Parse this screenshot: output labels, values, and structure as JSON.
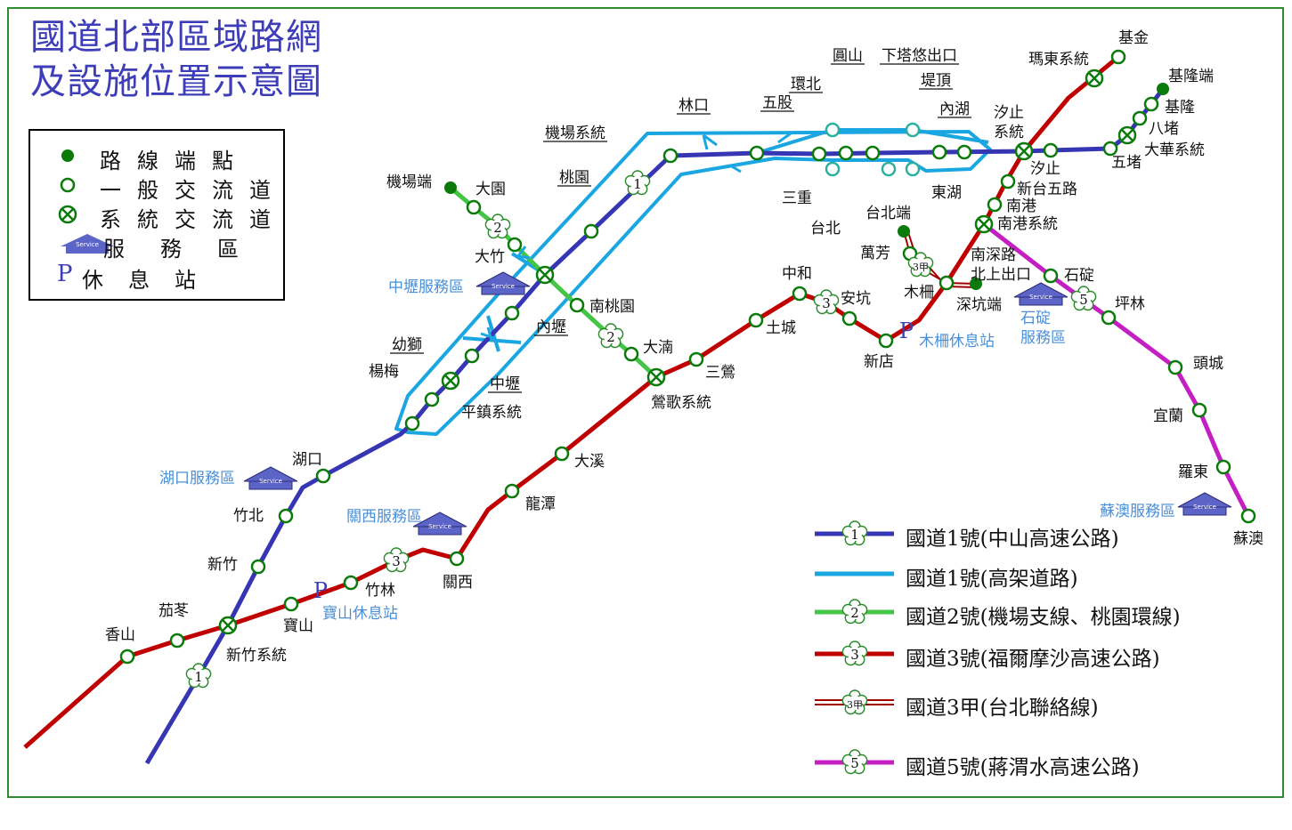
{
  "title": {
    "line1": "國道北部區域路網",
    "line2": "及設施位置示意圖"
  },
  "legend": [
    {
      "symbol": "terminal-point-icon",
      "label": "路線端點"
    },
    {
      "symbol": "general-interchange-icon",
      "label": "一般交流道"
    },
    {
      "symbol": "system-interchange-icon",
      "label": "系統交流道"
    },
    {
      "symbol": "service-area-icon",
      "label": "服務區"
    },
    {
      "symbol": "rest-stop-icon",
      "label": "休息站"
    }
  ],
  "legend_symbols": {
    "service_tag": "Service",
    "rest_glyph": "P"
  },
  "routes": [
    {
      "name": "國道1號(中山高速公路)",
      "color": "#3636b4",
      "shield": "1",
      "style": "solid"
    },
    {
      "name": "國道1號(高架道路)",
      "color": "#1aa6e0",
      "shield": "",
      "style": "solid"
    },
    {
      "name": "國道2號(機場支線、桃園環線)",
      "color": "#45c545",
      "shield": "2",
      "style": "solid"
    },
    {
      "name": "國道3號(福爾摩沙高速公路)",
      "color": "#c00000",
      "shield": "3",
      "style": "solid"
    },
    {
      "name": "國道3甲(台北聯絡線)",
      "color": "#a00000",
      "shield": "3甲",
      "style": "double"
    },
    {
      "name": "國道5號(蔣渭水高速公路)",
      "color": "#c31fc3",
      "shield": "5",
      "style": "solid"
    }
  ],
  "labels": {
    "keelung_end": "基隆端",
    "keelung": "基隆",
    "badu": "八堵",
    "dahua_sys": "大華系統",
    "wudu": "五堵",
    "jijin": "基金",
    "madong_sys": "瑪東系統",
    "xizhi_sys": "汐止\n系統",
    "xizhi": "汐止",
    "xintai5": "新台五路",
    "nangang": "南港",
    "nangang_sys": "南港系統",
    "nanshen": "南深路\n北上出口",
    "shenkeng_end": "深坑端",
    "shiding": "石碇",
    "shiding_sa": "石碇\n服務區",
    "pinglin": "坪林",
    "toucheng": "頭城",
    "yilan": "宜蘭",
    "luodong": "羅東",
    "suao_sa": "蘇澳服務區",
    "suao": "蘇澳",
    "linkou": "林口",
    "wugu": "五股",
    "huanbei": "環北",
    "yuanshan": "圓山",
    "xiata": "下塔悠出口",
    "diding": "堤頂",
    "neihu": "內湖",
    "donghu": "東湖",
    "sanchong": "三重",
    "taipei": "台北",
    "taipei_end": "台北端",
    "wanfang": "萬芳",
    "muzha": "木柵",
    "muzha_rest": "木柵休息站",
    "airport_sys": "機場系統",
    "taoyuan": "桃園",
    "airport_end": "機場端",
    "dayuan": "大園",
    "dazhu": "大竹",
    "zhongli_sa": "中壢服務區",
    "nantaoyuan": "南桃園",
    "neili": "內壢",
    "youshi": "幼獅",
    "yangmei": "楊梅",
    "zhongli": "中壢",
    "pingzhen_sys": "平鎮系統",
    "dazhi": "大湳",
    "yingge_sys": "鶯歌系統",
    "sanying": "三鶯",
    "tucheng": "土城",
    "zhonghe": "中和",
    "ankeng": "安坑",
    "xindian": "新店",
    "daxi": "大溪",
    "longtan": "龍潭",
    "guanxi": "關西",
    "guanxi_sa": "關西服務區",
    "zhulin": "竹林",
    "baoshan": "寶山",
    "baoshan_rest": "寶山休息站",
    "hukou": "湖口",
    "hukou_sa": "湖口服務區",
    "zhubei": "竹北",
    "xinzhu": "新竹",
    "qieding": "茄苳",
    "xiangshan": "香山",
    "xinzhu_sys": "新竹系統"
  }
}
